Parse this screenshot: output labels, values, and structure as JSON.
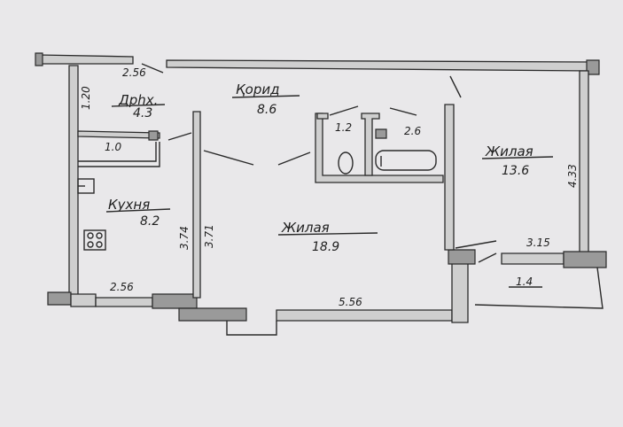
{
  "rooms": {
    "pantry": {
      "name": "Дрһх.",
      "area": "4.3"
    },
    "corridor": {
      "name": "Қорид",
      "area": "8.6"
    },
    "kitchen": {
      "name": "Кухня",
      "area": "8.2"
    },
    "living_big": {
      "name": "Жилая",
      "area": "18.9"
    },
    "living_small": {
      "name": "Жилая",
      "area": "13.6"
    }
  },
  "dimensions": {
    "top_left": "2.56",
    "left_vertical": "1.20",
    "shelf": "1.0",
    "wc": "1.2",
    "bath": "2.6",
    "kitchen_right_a": "3.74",
    "kitchen_right_b": "3.71",
    "kitchen_bottom": "2.56",
    "living_bottom": "5.56",
    "right_vertical": "4.33",
    "balcony_top": "3.15",
    "balcony_bottom": "1.4"
  }
}
